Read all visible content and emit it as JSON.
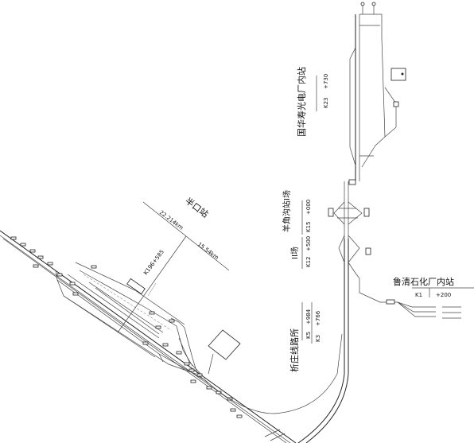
{
  "stations": {
    "banqiao": {
      "name": "半口站",
      "left_distance": "22.214km",
      "right_distance": "15.54km",
      "chainage": "K196+585"
    },
    "guohua": {
      "name": "国华寿光电厂内站",
      "chainage_k": "K23",
      "chainage_offset": "+730"
    },
    "yangjiaogou": {
      "name": "羊角沟站I场",
      "chainage_k": "K15",
      "chainage_offset": "+000"
    },
    "field_ii": {
      "name": "II场",
      "chainage_k": "K12",
      "chainage_offset": "+500"
    },
    "luqing": {
      "name": "鲁清石化厂内站",
      "chainage_k": "K1",
      "chainage_offset": "+200"
    },
    "xizhuang": {
      "name": "析庄线路所",
      "chainage_1_k": "K5",
      "chainage_1_offset": "+984",
      "chainage_2_k": "K3",
      "chainage_2_offset": "+766"
    }
  },
  "colors": {
    "line": "#222222",
    "background": "#ffffff"
  }
}
